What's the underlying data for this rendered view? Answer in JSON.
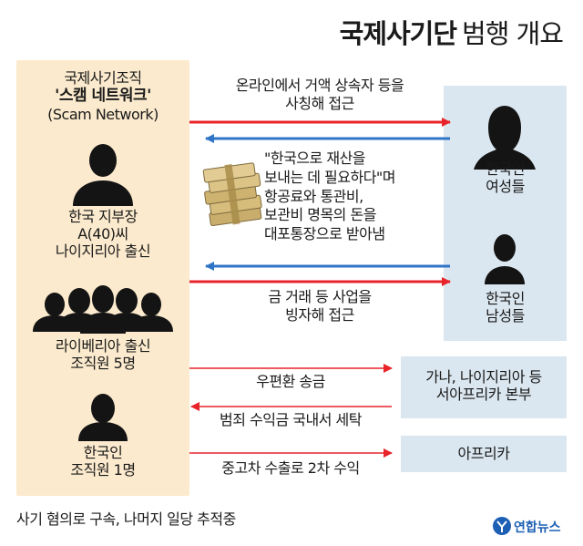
{
  "title": {
    "bold": "국제사기단",
    "light": "범행 개요"
  },
  "org": {
    "line1": "국제사기조직",
    "line2": "'스캠 네트워크'",
    "line3": "(Scam Network)"
  },
  "person_korea_branch": {
    "line1": "한국 지부장",
    "line2": "A(40)씨",
    "line3": "나이지리아 출신"
  },
  "liberia_members": {
    "line1": "라이베리아 출신",
    "line2": "조직원 5명"
  },
  "korean_member": {
    "line1": "한국인",
    "line2": "조직원 1명"
  },
  "victims_women": {
    "line1": "한국인",
    "line2": "여성들"
  },
  "victims_men": {
    "line1": "한국인",
    "line2": "남성들"
  },
  "arrow_labels": {
    "approach_women_1": "온라인에서 거액 상속자 등을",
    "approach_women_2": "사칭해 접근",
    "money_1": "\"한국으로 재산을",
    "money_2": "보내는 데 필요하다\"며",
    "money_3": "항공료와 통관비,",
    "money_4": "보관비 명목의 돈을",
    "money_5": "대포통장으로 받아냄",
    "approach_men_1": "금 거래 등 사업을",
    "approach_men_2": "빙자해 접근",
    "remit": "우편환 송금",
    "launder": "범죄 수익금 국내서 세탁",
    "secondary": "중고차 수출로 2차 수익"
  },
  "hq": {
    "line1": "가나, 나이지리아 등",
    "line2": "서아프리카 본부"
  },
  "africa": "아프리카",
  "footer": "사기 혐의로 구속, 나머지 일당 추적중",
  "credit": "연합뉴스",
  "colors": {
    "panel": "#fbeacd",
    "blue_box": "#dbe7f0",
    "red_arrow": "#e8232a",
    "blue_arrow": "#2f74c7",
    "silhouette": "#141414"
  }
}
